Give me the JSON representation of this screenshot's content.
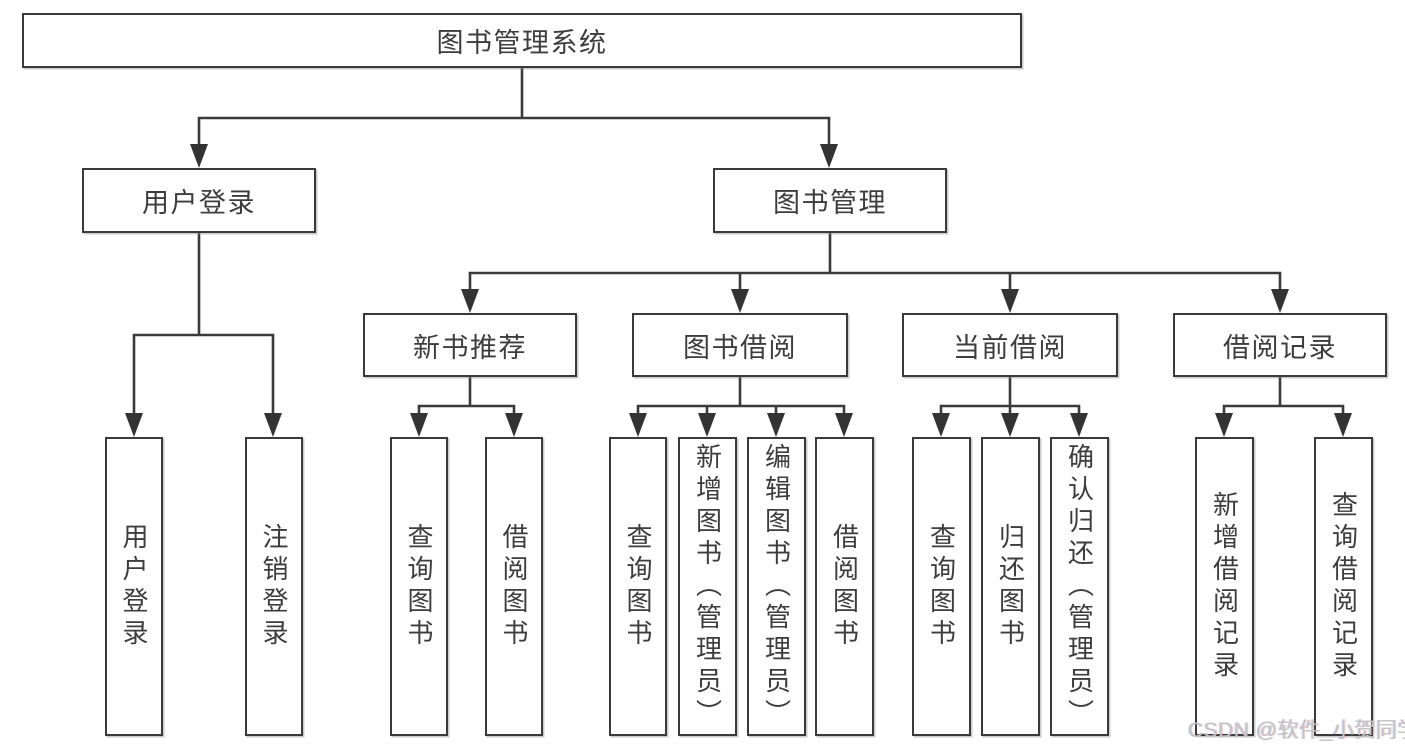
{
  "diagram": {
    "title": "图书管理系统",
    "level2": {
      "user_login": "用户登录",
      "book_management": "图书管理"
    },
    "level3": {
      "new_book_recommend": "新书推荐",
      "book_borrow": "图书借阅",
      "current_borrow": "当前借阅",
      "borrow_record": "借阅记录"
    },
    "leaves": {
      "user_login": [
        "用户登录",
        "注销登录"
      ],
      "new_book_recommend": [
        "查询图书",
        "借阅图书"
      ],
      "book_borrow": [
        "查询图书",
        "新增图书（管理员）",
        "编辑图书（管理员）",
        "借阅图书"
      ],
      "current_borrow": [
        "查询图书",
        "归还图书",
        "确认归还（管理员）"
      ],
      "borrow_record": [
        "新增借阅记录",
        "查询借阅记录"
      ]
    },
    "watermark": "CSDN @软件_小贺同学",
    "colors": {
      "line": "#3a3a3a",
      "text": "#3d3d3d",
      "background": "#ffffff",
      "watermark": "#c4c4c4"
    }
  }
}
